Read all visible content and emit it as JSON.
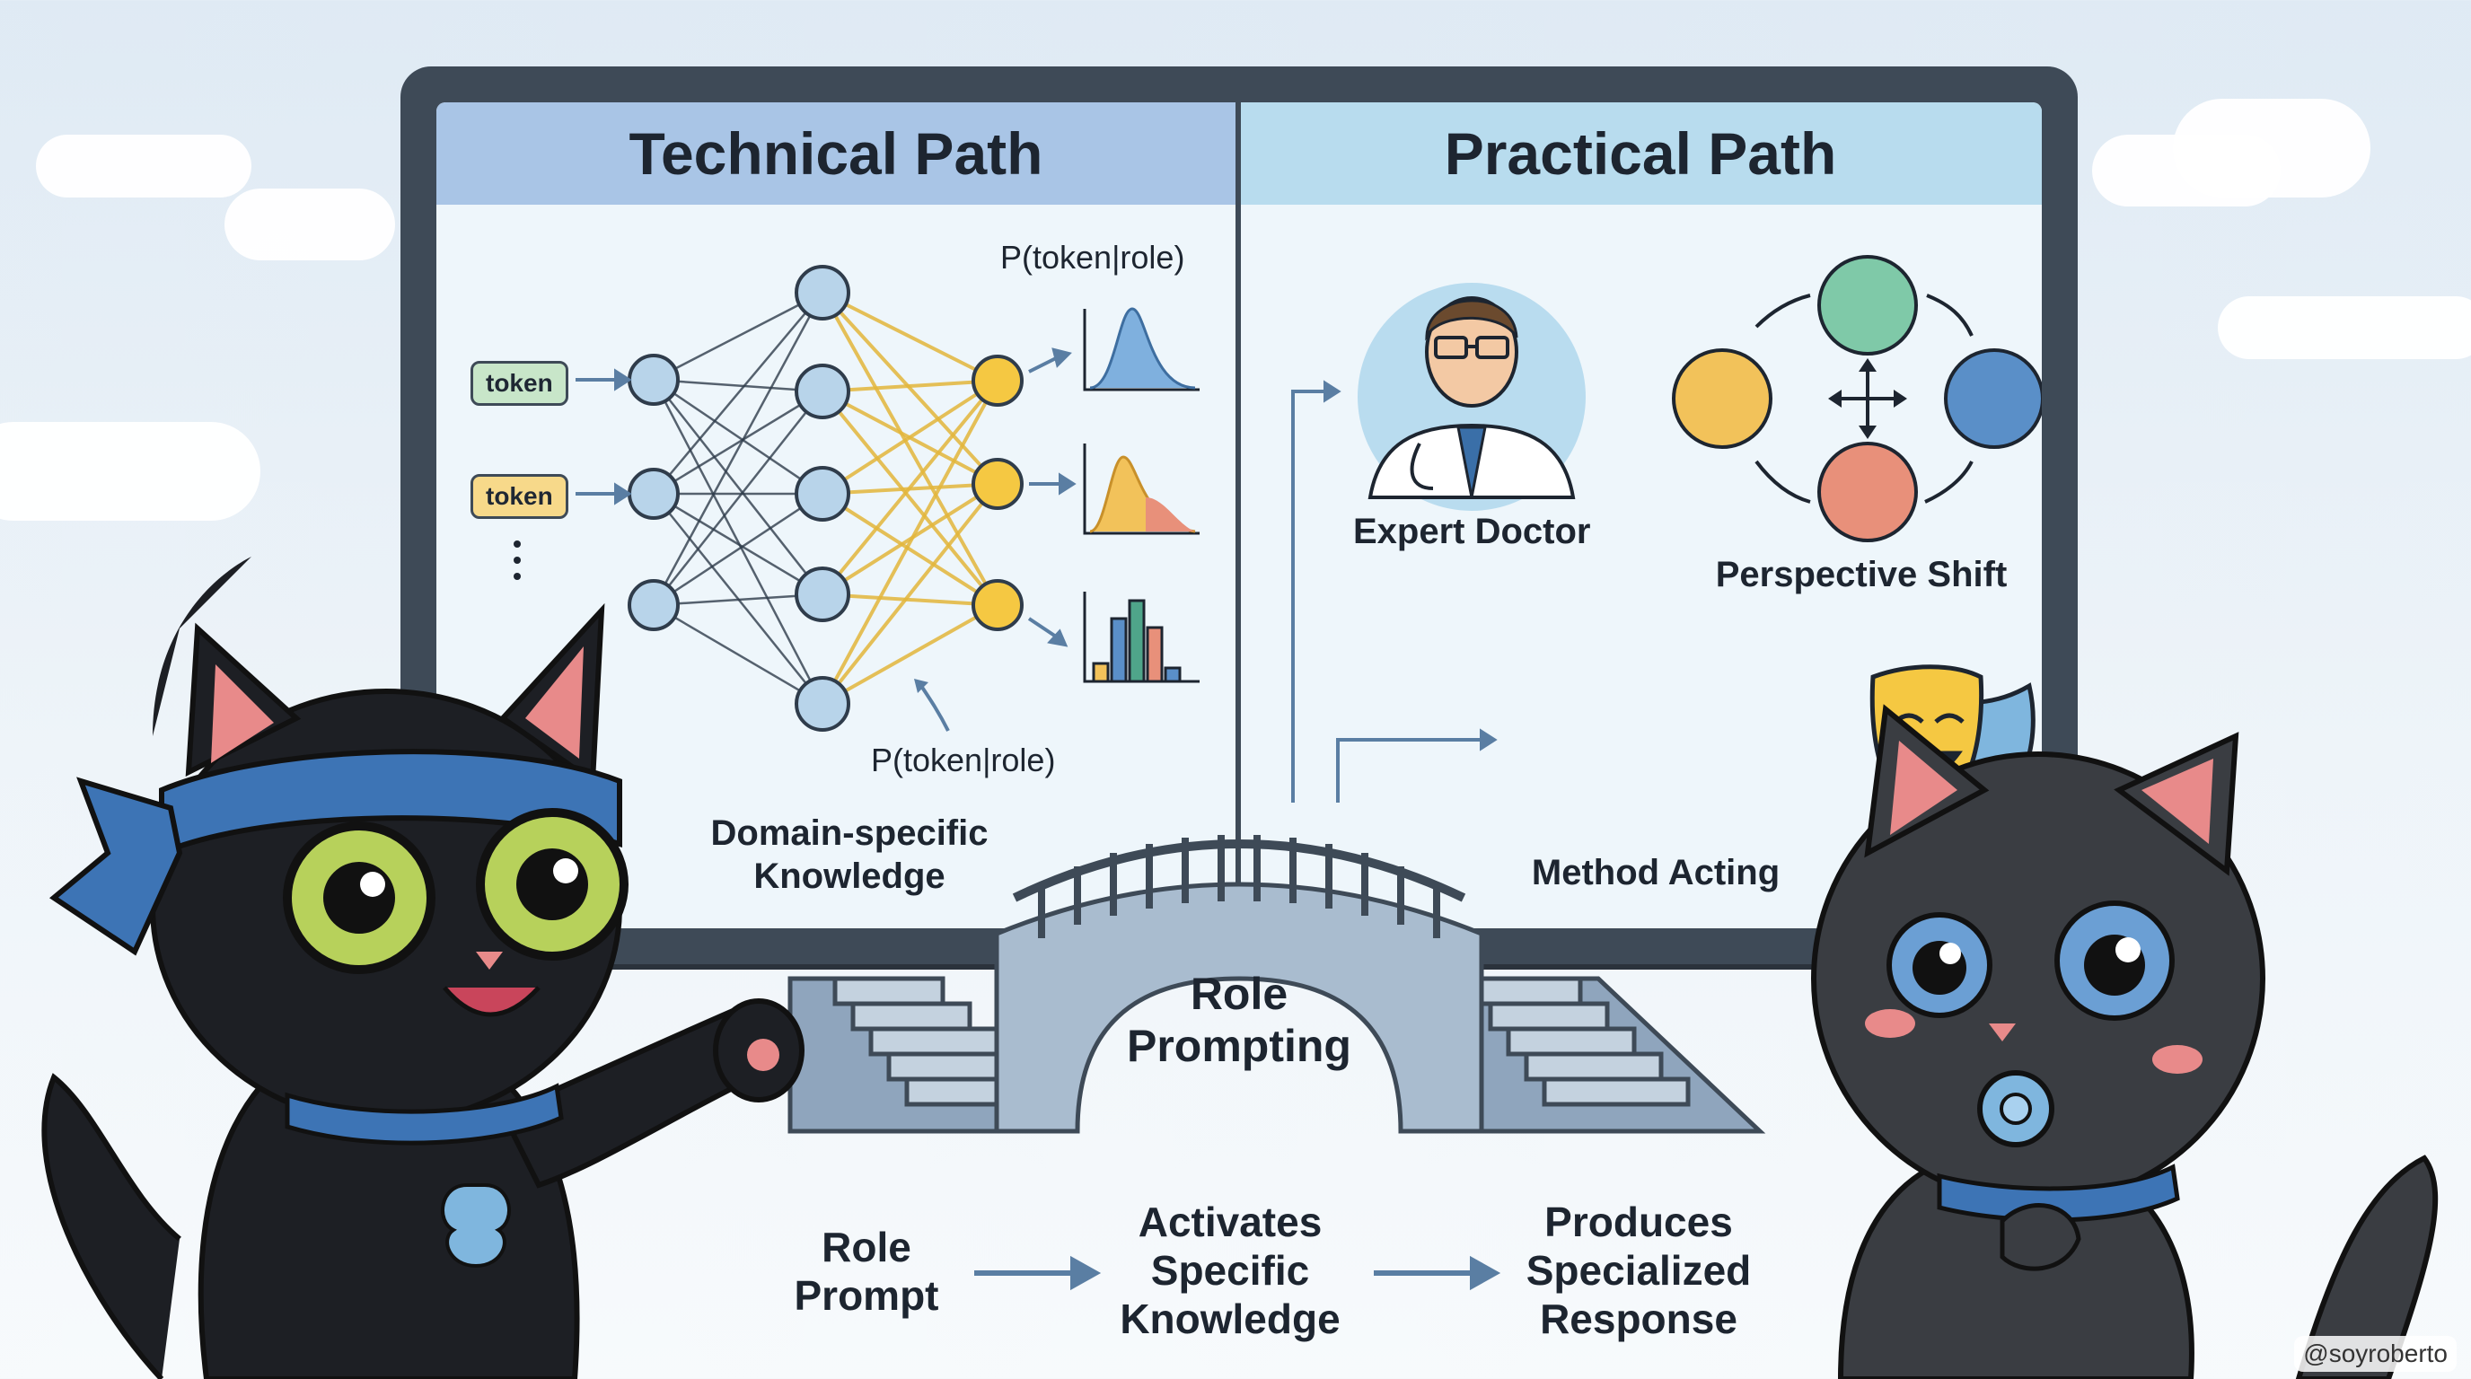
{
  "tech": {
    "title": "Technical Path",
    "token_labels": [
      "token",
      "token"
    ],
    "prob_top": "P(token|role)",
    "prob_bottom": "P(token|role)",
    "caption": "Domain-specific\nKnowledge"
  },
  "practical": {
    "title": "Practical Path",
    "doctor_label": "Expert Doctor",
    "shift_label": "Perspective Shift",
    "acting_label": "Method Acting"
  },
  "bridge_label": "Role\nPrompting",
  "flow": {
    "steps": [
      "Role\nPrompt",
      "Activates\nSpecific\nKnowledge",
      "Produces\nSpecialized\nResponse"
    ]
  },
  "signature": "@soyroberto",
  "colors": {
    "tech_header": "#a9c5e6",
    "practical_header": "#b8dcee",
    "monitor_frame": "#3e4a57",
    "node_blue": "#b8d4ea",
    "node_gold": "#f5c842",
    "arrow": "#5a7ea3"
  }
}
